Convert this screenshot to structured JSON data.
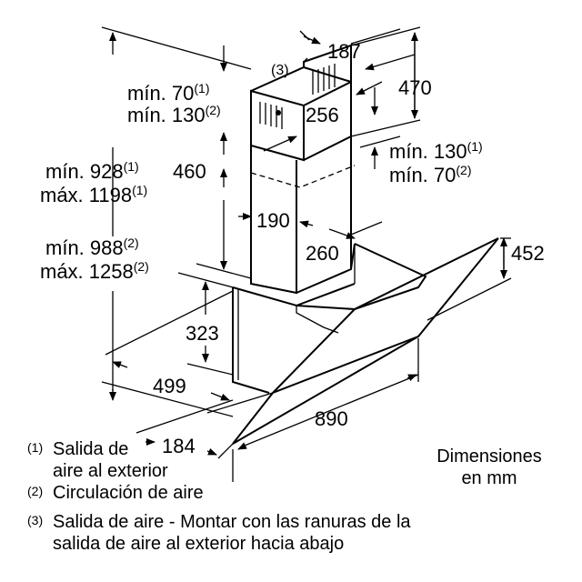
{
  "dimensions": {
    "d187": "187",
    "d470": "470",
    "d256": "256",
    "d460": "460",
    "d190": "190",
    "d260": "260",
    "d452": "452",
    "d323": "323",
    "d499": "499",
    "d890": "890",
    "d184": "184"
  },
  "labels": {
    "outlet_marker": "(3)",
    "top_min": {
      "text": "mín. 70",
      "mark": "(1)"
    },
    "top_min2": {
      "text": "mín. 130",
      "mark": "(2)"
    },
    "right_min": {
      "text": "mín. 130",
      "mark": "(1)"
    },
    "right_min2": {
      "text": "mín. 70",
      "mark": "(2)"
    },
    "h1_min": {
      "text": "mín. 928",
      "mark": "(1)"
    },
    "h1_max": {
      "text": "máx. 1198",
      "mark": "(1)"
    },
    "h2_min": {
      "text": "mín. 988",
      "mark": "(2)"
    },
    "h2_max": {
      "text": "máx. 1258",
      "mark": "(2)"
    }
  },
  "legend": [
    {
      "mark": "(1)",
      "lines": [
        "Salida de",
        "aire al exterior"
      ]
    },
    {
      "mark": "(2)",
      "lines": [
        "Circulación de aire"
      ]
    },
    {
      "mark": "(3)",
      "lines": [
        "Salida de aire - Montar con las ranuras de la",
        "salida de aire al exterior hacia abajo"
      ]
    }
  ],
  "units": {
    "line1": "Dimensiones",
    "line2": "en mm"
  }
}
